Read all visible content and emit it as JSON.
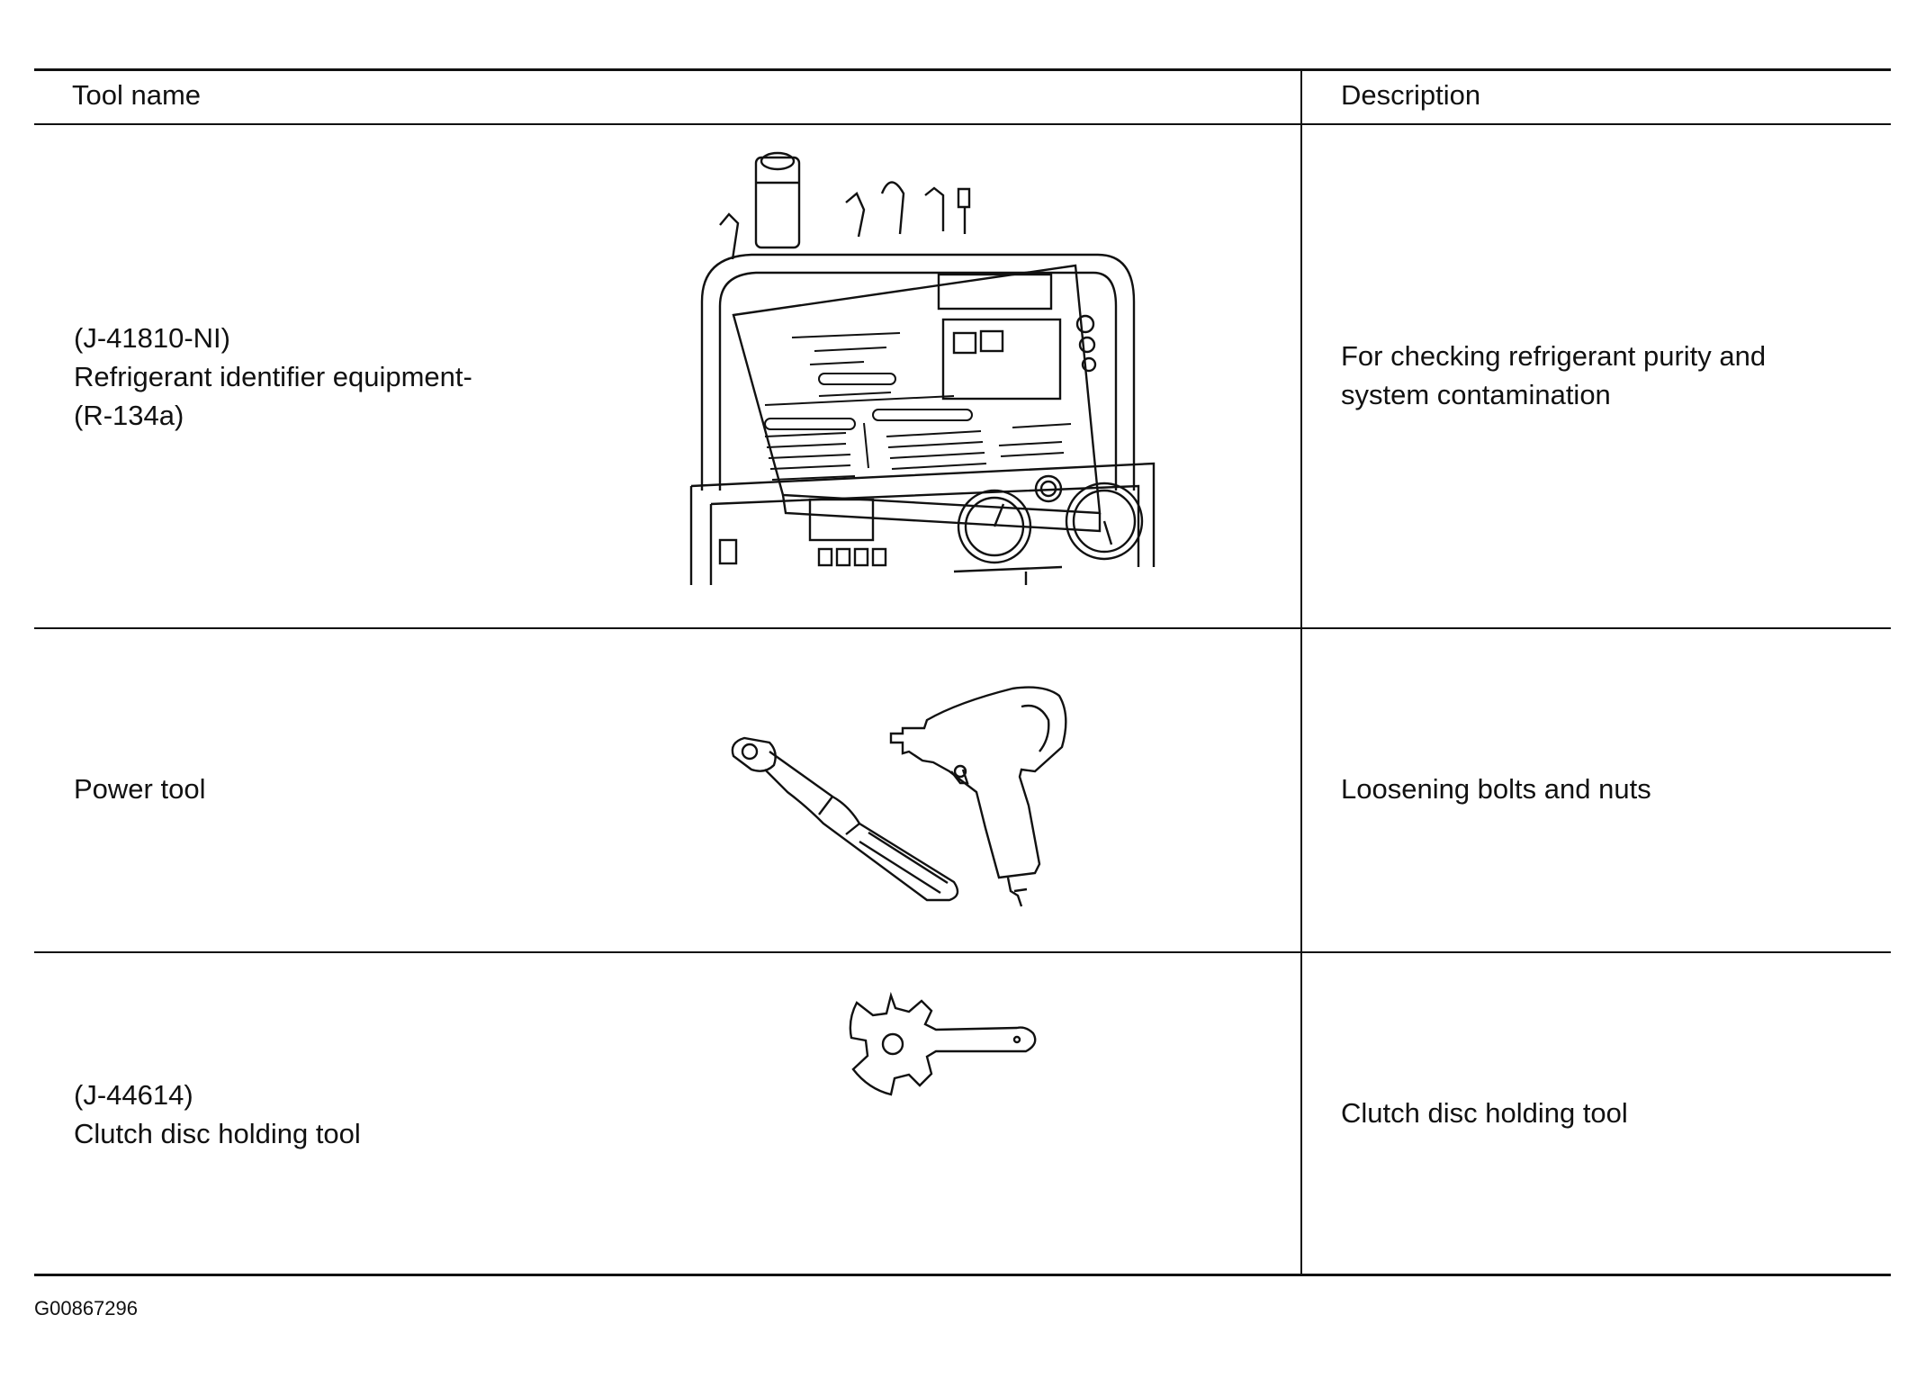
{
  "table": {
    "headers": [
      "Tool name",
      "Description"
    ],
    "rows": [
      {
        "name_lines": [
          "(J-41810-NI)",
          "Refrigerant identifier equipment-",
          "(R-134a)"
        ],
        "description_lines": [
          "For checking refrigerant purity and",
          "system contamination"
        ],
        "figure": "refrigerant-identifier-illustration"
      },
      {
        "name_lines": [
          "Power tool"
        ],
        "description_lines": [
          "Loosening bolts and nuts"
        ],
        "figure": "power-tool-illustration"
      },
      {
        "name_lines": [
          "(J-44614)",
          "Clutch disc holding tool"
        ],
        "description_lines": [
          "Clutch disc holding tool"
        ],
        "figure": "clutch-disc-holding-tool-illustration"
      }
    ]
  },
  "figure_code": "G00867296"
}
